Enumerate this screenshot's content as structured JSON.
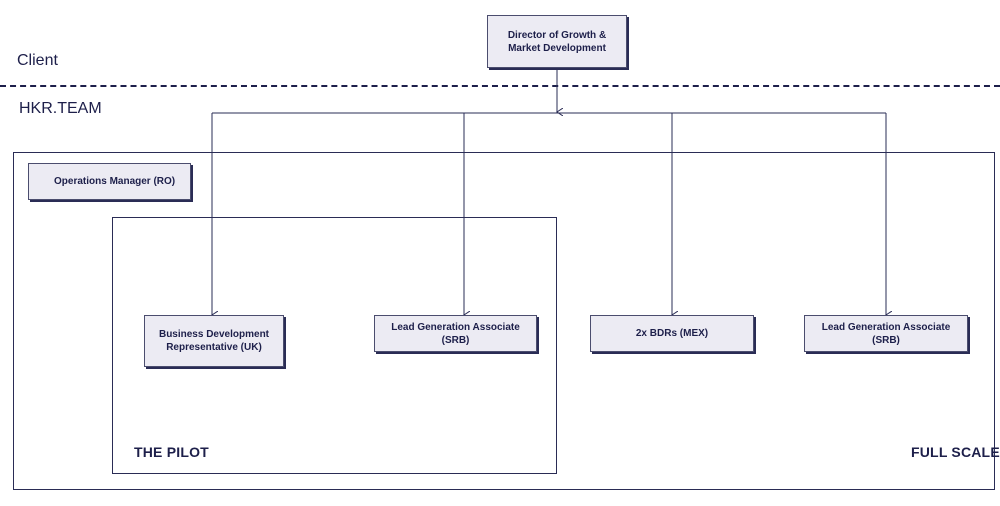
{
  "zones": {
    "client": "Client",
    "team": "HKR.TEAM"
  },
  "scales": {
    "pilot": "THE PILOT",
    "full": "FULL SCALE"
  },
  "roles": {
    "director": "Director of Growth & Market Development",
    "ops_manager": "Operations Manager (RO)",
    "bdr_uk": "Business Development Representative (UK)",
    "lead_gen_pilot": "Lead Generation Associate (SRB)",
    "bdrs_mex": "2x BDRs (MEX)",
    "lead_gen_full": "Lead Generation Associate (SRB)"
  },
  "colors": {
    "ink": "#1d1f4a",
    "box_fill": "#ecebf3"
  }
}
